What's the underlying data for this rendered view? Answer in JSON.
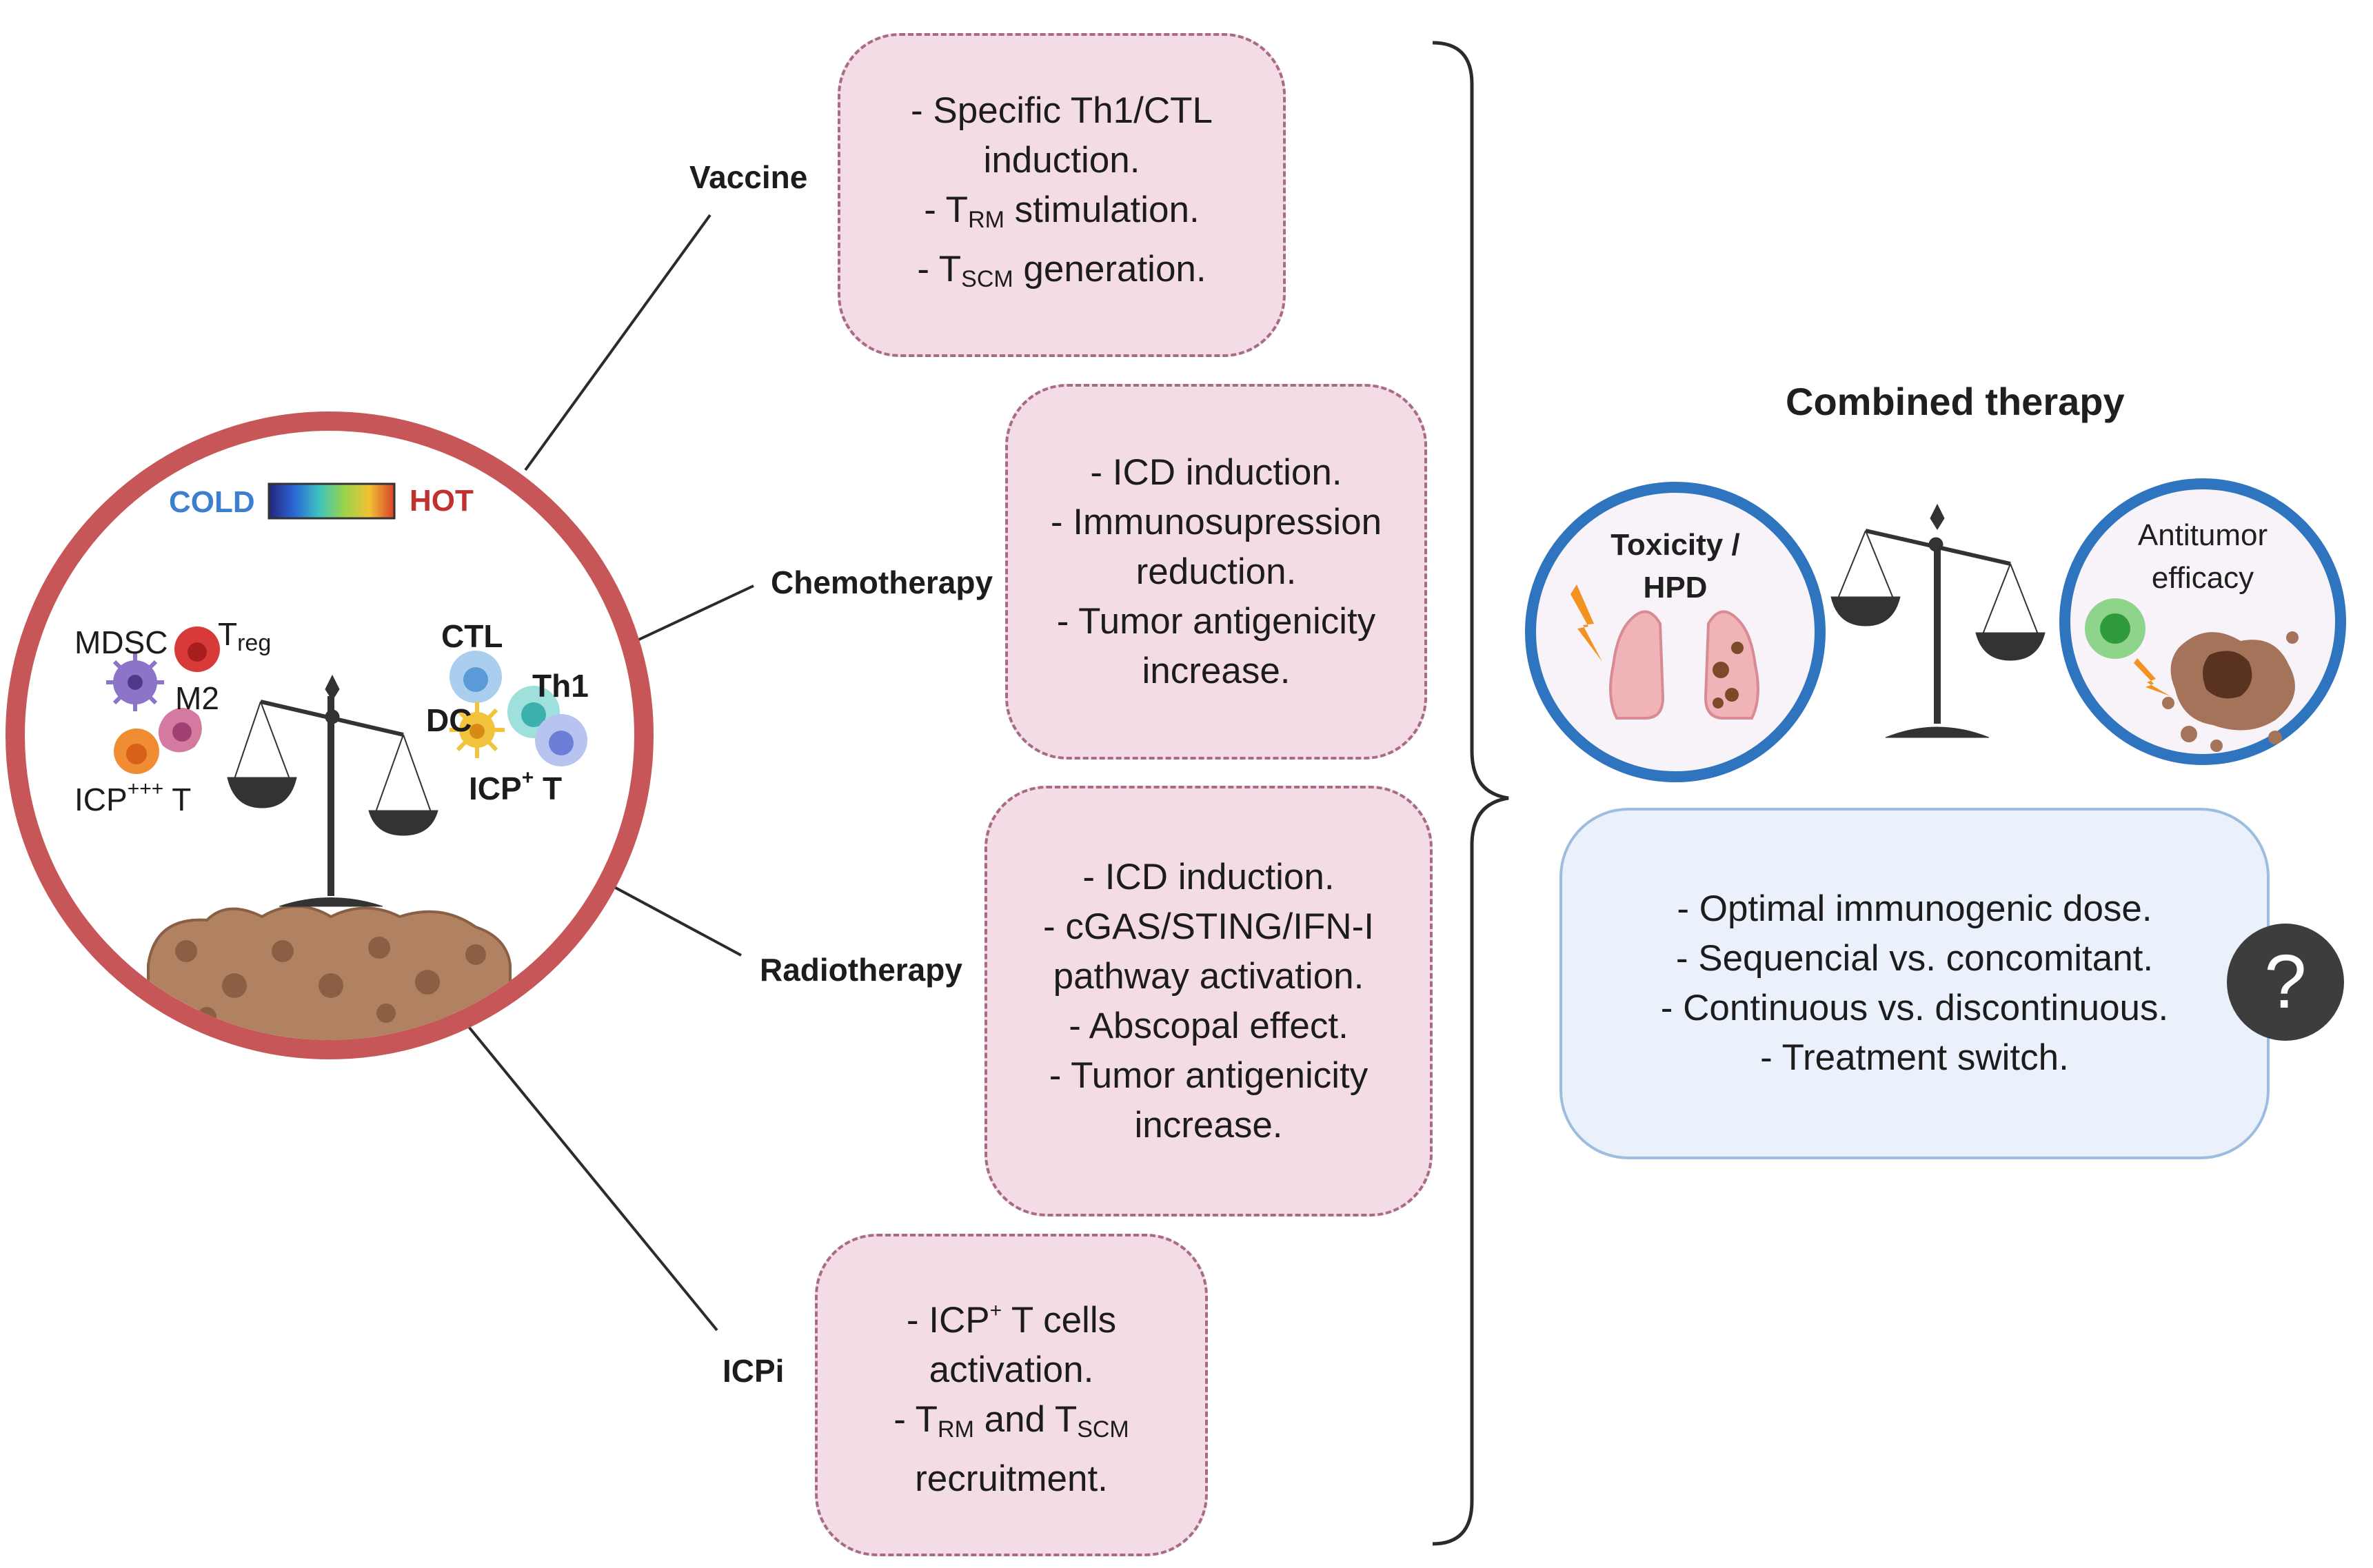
{
  "tumor_circle": {
    "cold_label": "COLD",
    "hot_label": "HOT",
    "cells": {
      "mdsc": "MDSC",
      "treg_main": "T",
      "treg_sub": "reg",
      "m2": "M2",
      "icp_high_main": "ICP",
      "icp_high_sup": "+++",
      "icp_high_tail": " T",
      "ctl": "CTL",
      "th1": "Th1",
      "dc": "DC",
      "icp_pos_main": "ICP",
      "icp_pos_sup": "+",
      "icp_pos_tail": " T"
    }
  },
  "therapies": [
    {
      "name": "Vaccine",
      "lines": [
        "- Specific Th1/CTL",
        "induction."
      ],
      "trm_prefix": "- T",
      "trm_sub": "RM",
      "trm_suffix": " stimulation.",
      "tscm_prefix": "- T",
      "tscm_sub": "SCM",
      "tscm_suffix": " generation."
    },
    {
      "name": "Chemotherapy",
      "lines": [
        "- ICD induction.",
        "- Immunosupression",
        "reduction.",
        "- Tumor antigenicity",
        "increase."
      ]
    },
    {
      "name": "Radiotherapy",
      "lines": [
        "- ICD induction.",
        "- cGAS/STING/IFN-I",
        "pathway activation.",
        "- Abscopal effect.",
        "- Tumor antigenicity",
        "increase."
      ]
    },
    {
      "name": "ICPi",
      "l1_prefix": "-  ICP",
      "l1_sup": "+",
      "l1_suffix": " T cells",
      "l2": "activation.",
      "l3_a": "- T",
      "l3_sub1": "RM",
      "l3_b": " and T",
      "l3_sub2": "SCM",
      "l4": "recruitment."
    }
  ],
  "combined": {
    "title": "Combined therapy",
    "toxicity_label": "Toxicity /",
    "hpd_label": "HPD",
    "efficacy_line1": "Antitumor",
    "efficacy_line2": "efficacy",
    "considerations": [
      "- Optimal immunogenic dose.",
      "- Sequencial vs. concomitant.",
      "- Continuous vs. discontinuous.",
      "- Treatment switch."
    ],
    "help_symbol": "?"
  },
  "colors": {
    "tumor_ring": "#c65657",
    "pink_box": "#f4dce7",
    "pink_border": "#a86b86",
    "blue_ring": "#2f74be",
    "blue_box": "#eaf1fb",
    "cold": "#3b7fd0",
    "hot": "#c0322f"
  }
}
